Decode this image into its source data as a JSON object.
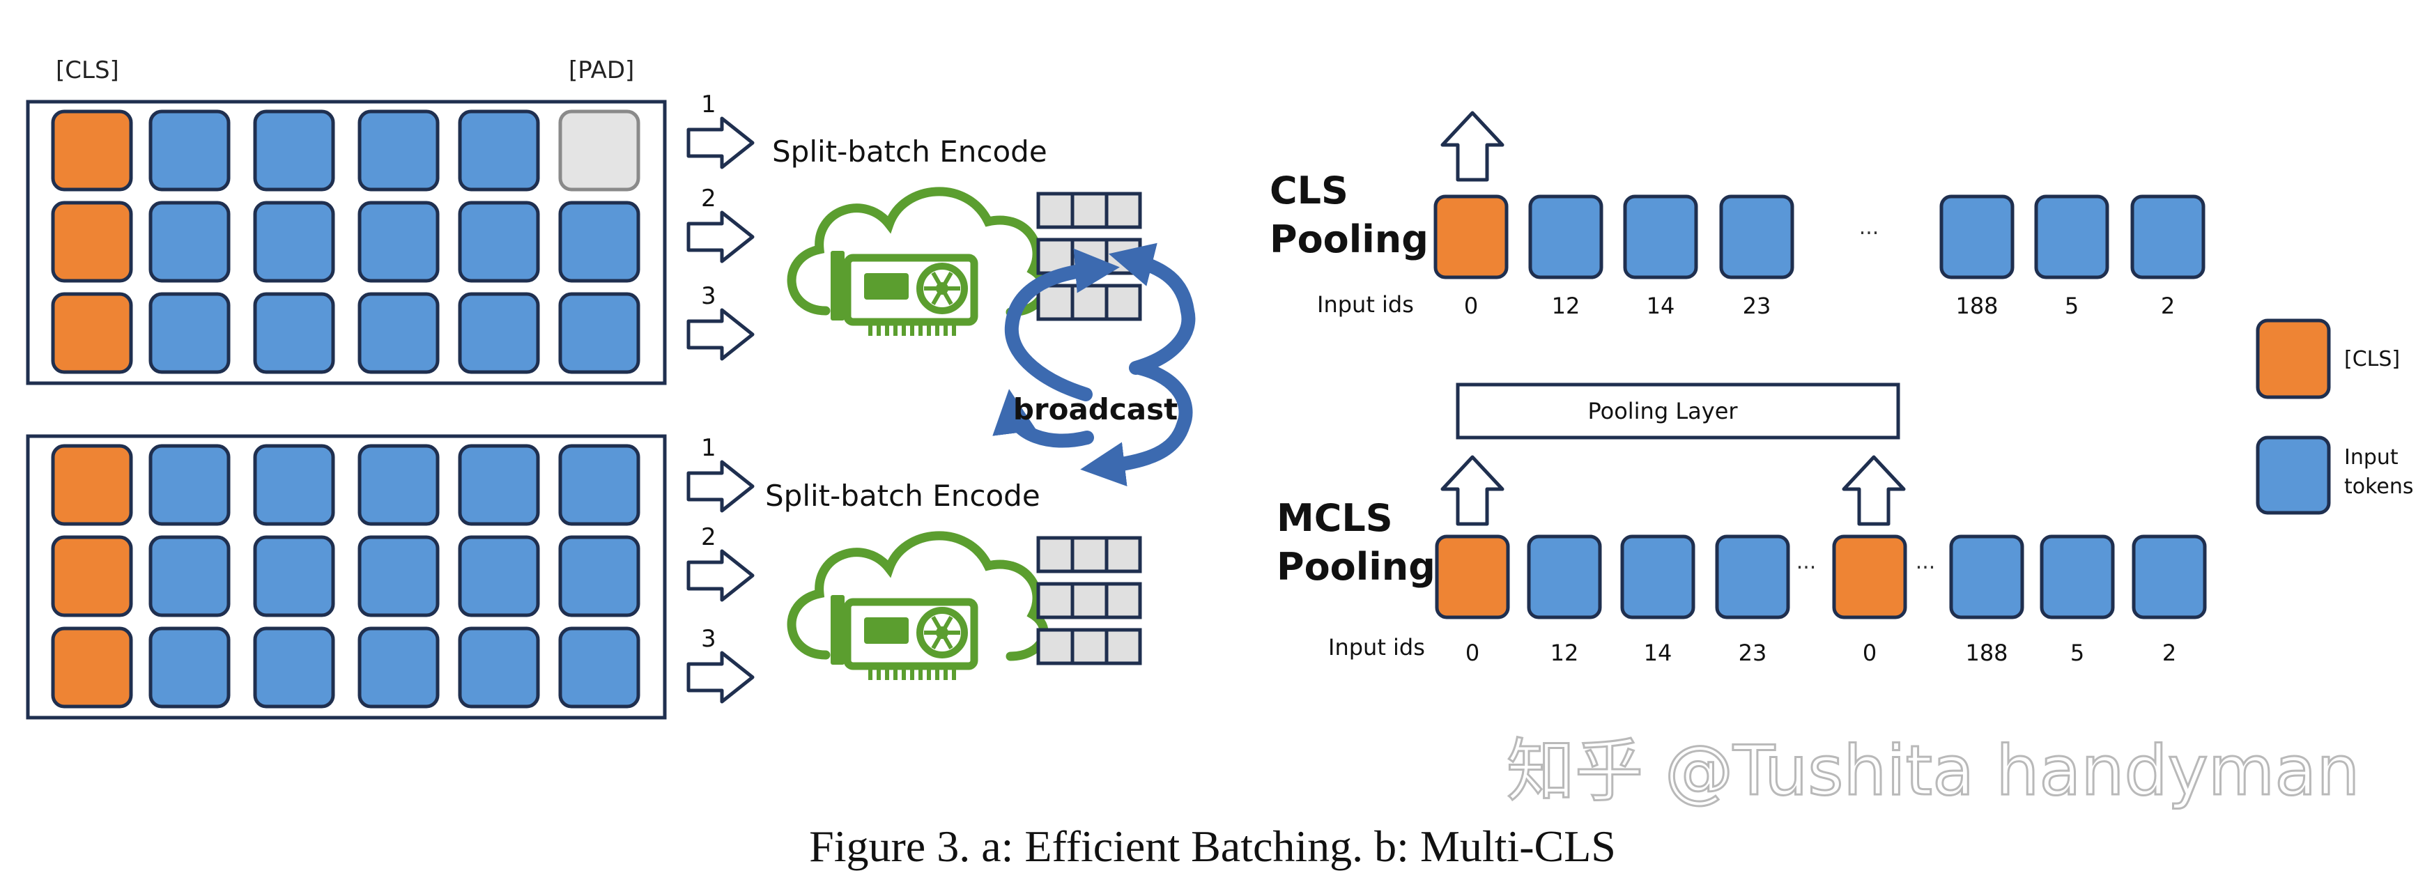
{
  "colors": {
    "cls": "#EE8434",
    "token": "#5A97D7",
    "pad": "#E4E4E4",
    "cloud": "#5B9E2F",
    "frame": "#1F2F4F",
    "cell": "#E0E0E0",
    "broadcast": "#3C6AB0"
  },
  "batching": {
    "cls_label": "[CLS]",
    "pad_label": "[PAD]",
    "encode_label": "Split-batch Encode",
    "broadcast_label": "broadcast",
    "batches": [
      {
        "rows": [
          [
            "cls",
            "tok",
            "tok",
            "tok",
            "tok",
            "pad"
          ],
          [
            "cls",
            "tok",
            "tok",
            "tok",
            "tok",
            "tok"
          ],
          [
            "cls",
            "tok",
            "tok",
            "tok",
            "tok",
            "tok"
          ]
        ],
        "row_numbers": [
          "1",
          "2",
          "3"
        ]
      },
      {
        "rows": [
          [
            "cls",
            "tok",
            "tok",
            "tok",
            "tok",
            "tok"
          ],
          [
            "cls",
            "tok",
            "tok",
            "tok",
            "tok",
            "tok"
          ],
          [
            "cls",
            "tok",
            "tok",
            "tok",
            "tok",
            "tok"
          ]
        ],
        "row_numbers": [
          "1",
          "2",
          "3"
        ]
      }
    ]
  },
  "cls_pooling": {
    "title_line1": "CLS",
    "title_line2": "Pooling",
    "input_ids_label": "Input ids",
    "ellipsis": "...",
    "tokens": [
      "cls",
      "tok",
      "tok",
      "tok",
      "gap",
      "tok",
      "tok",
      "tok"
    ],
    "ids": [
      "0",
      "12",
      "14",
      "23",
      "",
      "188",
      "5",
      "2"
    ]
  },
  "mcls_pooling": {
    "title_line1": "MCLS",
    "title_line2": "Pooling",
    "input_ids_label": "Input ids",
    "pooling_layer_label": "Pooling Layer",
    "ellipsis": "...",
    "tokens": [
      "cls",
      "tok",
      "tok",
      "tok",
      "cls",
      "tok",
      "tok",
      "tok"
    ],
    "ids": [
      "0",
      "12",
      "14",
      "23",
      "0",
      "188",
      "5",
      "2"
    ]
  },
  "legend": {
    "cls_label": "[CLS]",
    "token_label_line1": "Input",
    "token_label_line2": "tokens"
  },
  "watermark": "知乎 @Tushita handyman",
  "caption": "Figure 3. a: Efficient Batching. b: Multi-CLS"
}
